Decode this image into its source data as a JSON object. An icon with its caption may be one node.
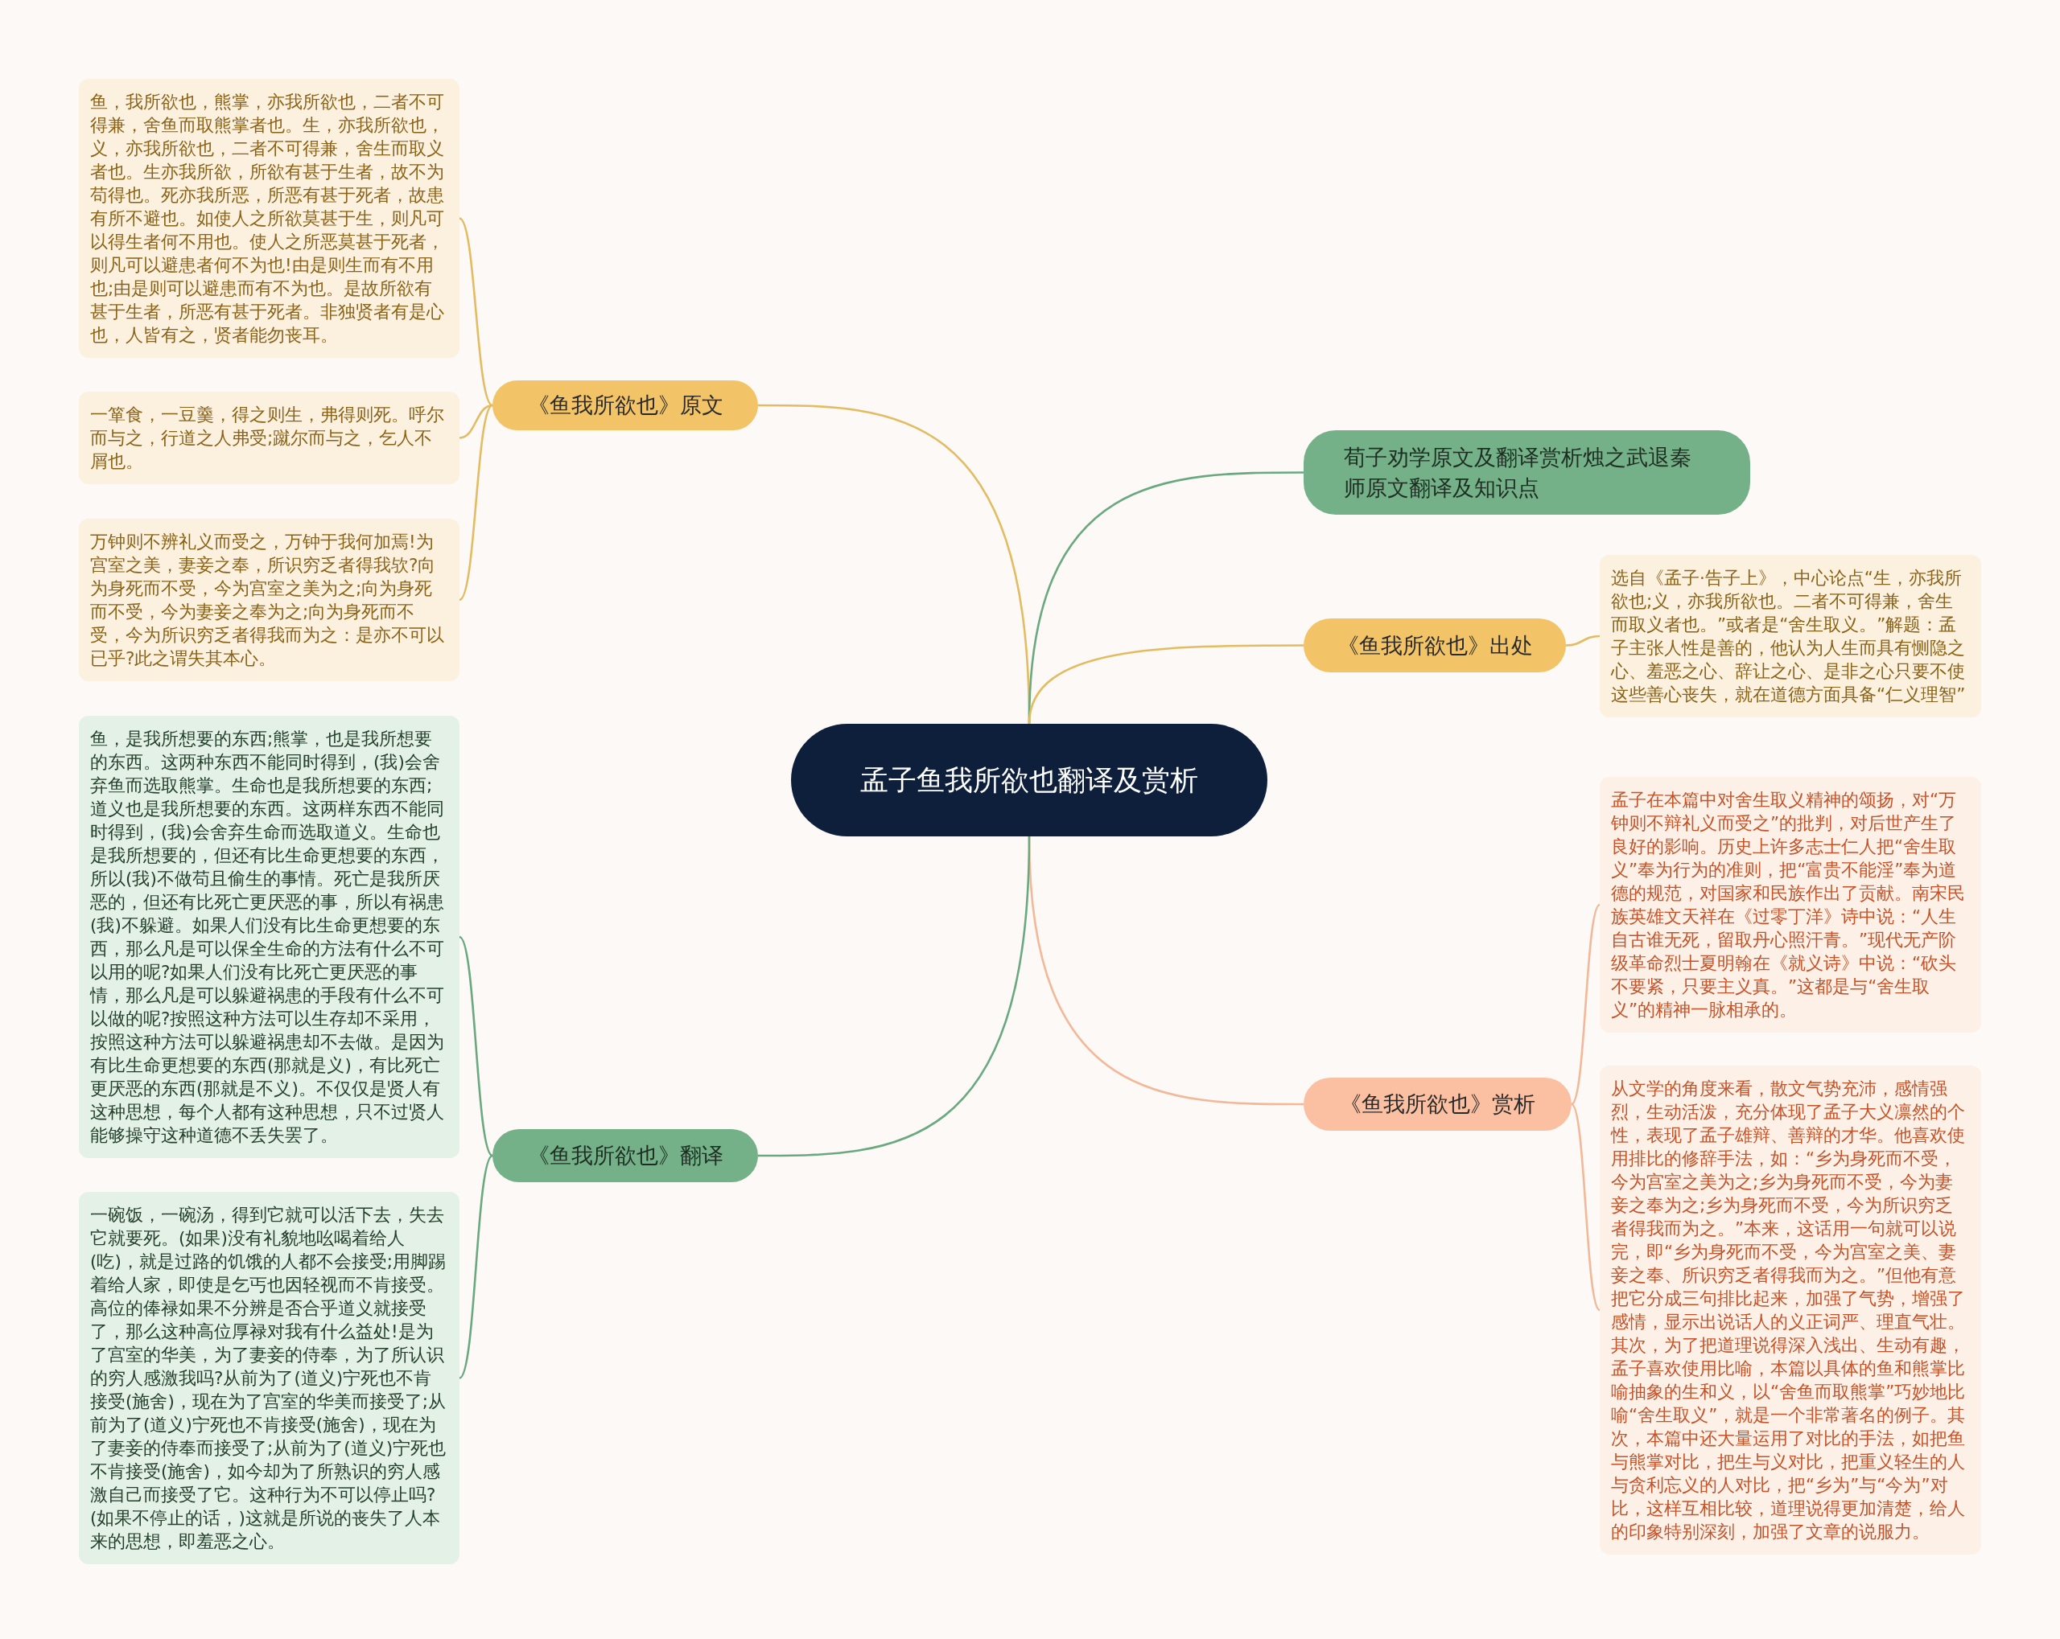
{
  "diagram": {
    "nodes": [
      {
        "text": [
          "孟子鱼我所欲也翻译及赏析"
        ]
      },
      {
        "text": [
          "《鱼我所欲也》原文"
        ]
      },
      {
        "text": [
          "鱼，我所欲也，熊掌，亦我所欲也，二者不可得兼，舍鱼而取熊掌者也。生，亦我所欲也，义，亦我所欲也，二者不可得兼，舍生而取义者也。生亦我所欲，所欲有甚于生者，故不为苟得也。死亦我所恶，所恶有甚于死者，故患有所不避也。如使人之所欲莫甚于生，则凡可以得生者何不用也。使人之所恶莫甚于死者，则凡可以避患者何不为也!由是则生而有不用也;由是则可以避患而有不为也。是故所欲有甚于生者，所恶有甚于死者。非独贤者有是心也，人皆有之，贤者能勿丧耳。"
        ]
      },
      {
        "text": [
          "一箪食，一豆羹，得之则生，弗得则死。呼尔而与之，行道之人弗受;蹴尔而与之，乞人不屑也。"
        ]
      },
      {
        "text": [
          "万钟则不辨礼义而受之，万钟于我何加焉!为宫室之美，妻妾之奉，所识穷乏者得我欤?向为身死而不受，今为宫室之美为之;向为身死而不受，今为妻妾之奉为之;向为身死而不受，今为所识穷乏者得我而为之：是亦不可以已乎?此之谓失其本心。"
        ]
      },
      {
        "text": [
          "荀子劝学原文及翻译赏析烛之武退秦师原文翻译及知识点"
        ]
      },
      {
        "text": [
          "《鱼我所欲也》出处"
        ]
      },
      {
        "text": [
          "选自《孟子·告子上》，中心论点“生，亦我所欲也;义，亦我所欲也。二者不可得兼，舍生而取义者也。”或者是“舍生取义。”解题：孟子主张人性是善的，他认为人生而具有恻隐之心、羞恶之心、辞让之心、是非之心只要不使这些善心丧失，就在道德方面具备“仁义理智”"
        ]
      },
      {
        "text": [
          "《鱼我所欲也》赏析"
        ]
      },
      {
        "text": [
          "孟子在本篇中对舍生取义精神的颂扬，对“万钟则不辩礼义而受之”的批判，对后世产生了良好的影响。历史上许多志士仁人把“舍生取义”奉为行为的准则，把“富贵不能淫”奉为道德的规范，对国家和民族作出了贡献。南宋民族英雄文天祥在《过零丁洋》诗中说：“人生自古谁无死，留取丹心照汗青。”现代无产阶级革命烈士夏明翰在《就义诗》中说：“砍头不要紧，只要主义真。”这都是与“舍生取义”的精神一脉相承的。"
        ]
      },
      {
        "text": [
          "从文学的角度来看，散文气势充沛，感情强烈，生动活泼，充分体现了孟子大义凛然的个性，表现了孟子雄辩、善辩的才华。他喜欢使用排比的修辞手法，如：“乡为身死而不受，今为宫室之美为之;乡为身死而不受，今为妻妾之奉为之;乡为身死而不受，今为所识穷乏者得我而为之。”本来，这话用一句就可以说完，即“乡为身死而不受，今为宫室之美、妻妾之奉、所识穷乏者得我而为之。”但他有意把它分成三句排比起来，加强了气势，增强了感情，显示出说话人的义正词严、理直气壮。其次，为了把道理说得深入浅出、生动有趣，孟子喜欢使用比喻，本篇以具体的鱼和熊掌比喻抽象的生和义，以“舍鱼而取熊掌”巧妙地比喻“舍生取义”，就是一个非常著名的例子。其次，本篇中还大量运用了对比的手法，如把鱼与熊掌对比，把生与义对比，把重义轻生的人与贪利忘义的人对比，把“乡为”与“今为”对比，这样互相比较，道理说得更加清楚，给人的印象特别深刻，加强了文章的说服力。"
        ]
      },
      {
        "text": [
          "《鱼我所欲也》翻译"
        ]
      },
      {
        "text": [
          "鱼，是我所想要的东西;熊掌，也是我所想要的东西。这两种东西不能同时得到，(我)会舍弃鱼而选取熊掌。生命也是我所想要的东西;道义也是我所想要的东西。这两样东西不能同时得到，(我)会舍弃生命而选取道义。生命也是我所想要的，但还有比生命更想要的东西，所以(我)不做苟且偷生的事情。死亡是我所厌恶的，但还有比死亡更厌恶的事，所以有祸患(我)不躲避。如果人们没有比生命更想要的东西，那么凡是可以保全生命的方法有什么不可以用的呢?如果人们没有比死亡更厌恶的事情，那么凡是可以躲避祸患的手段有什么不可以做的呢?按照这种方法可以生存却不采用，按照这种方法可以躲避祸患却不去做。是因为有比生命更想要的东西(那就是义)，有比死亡更厌恶的东西(那就是不义)。不仅仅是贤人有这种思想，每个人都有这种思想，只不过贤人能够操守这种道德不丢失罢了。"
        ]
      },
      {
        "text": [
          "一碗饭，一碗汤，得到它就可以活下去，失去它就要死。(如果)没有礼貌地吆喝着给人(吃)，就是过路的饥饿的人都不会接受;用脚踢着给人家，即使是乞丐也因轻视而不肯接受。高位的俸禄如果不分辨是否合乎道义就接受了，那么这种高位厚禄对我有什么益处!是为了宫室的华美，为了妻妾的侍奉，为了所认识的穷人感激我吗?从前为了(道义)宁死也不肯接受(施舍)，现在为了宫室的华美而接受了;从前为了(道义)宁死也不肯接受(施舍)，现在为了妻妾的侍奉而接受了;从前为了(道义)宁死也不肯接受(施舍)，如今却为了所熟识的穷人感激自己而接受了它。这种行为不可以停止吗?(如果不停止的话，)这就是所说的丧失了人本来的思想，即羞恶之心。"
        ]
      }
    ],
    "edges": [
      {
        "from": 0,
        "to": 1,
        "arrow": "none"
      },
      {
        "from": 1,
        "to": 2,
        "arrow": "none"
      },
      {
        "from": 1,
        "to": 3,
        "arrow": "none"
      },
      {
        "from": 1,
        "to": 4,
        "arrow": "none"
      },
      {
        "from": 0,
        "to": 5,
        "arrow": "none",
        "color": "#6aa880"
      },
      {
        "from": 0,
        "to": 6,
        "arrow": "none"
      },
      {
        "from": 6,
        "to": 7,
        "arrow": "none"
      },
      {
        "from": 0,
        "to": 8,
        "arrow": "none",
        "color": "#f2b898"
      },
      {
        "from": 8,
        "to": 9,
        "arrow": "none",
        "color": "#f2b898"
      },
      {
        "from": 8,
        "to": 10,
        "arrow": "none",
        "color": "#f2b898"
      },
      {
        "from": 0,
        "to": 11,
        "arrow": "none",
        "color": "#6aa880"
      },
      {
        "from": 11,
        "to": 12,
        "arrow": "none",
        "color": "#6aa880"
      },
      {
        "from": 11,
        "to": 13,
        "arrow": "none",
        "color": "#6aa880"
      }
    ]
  }
}
